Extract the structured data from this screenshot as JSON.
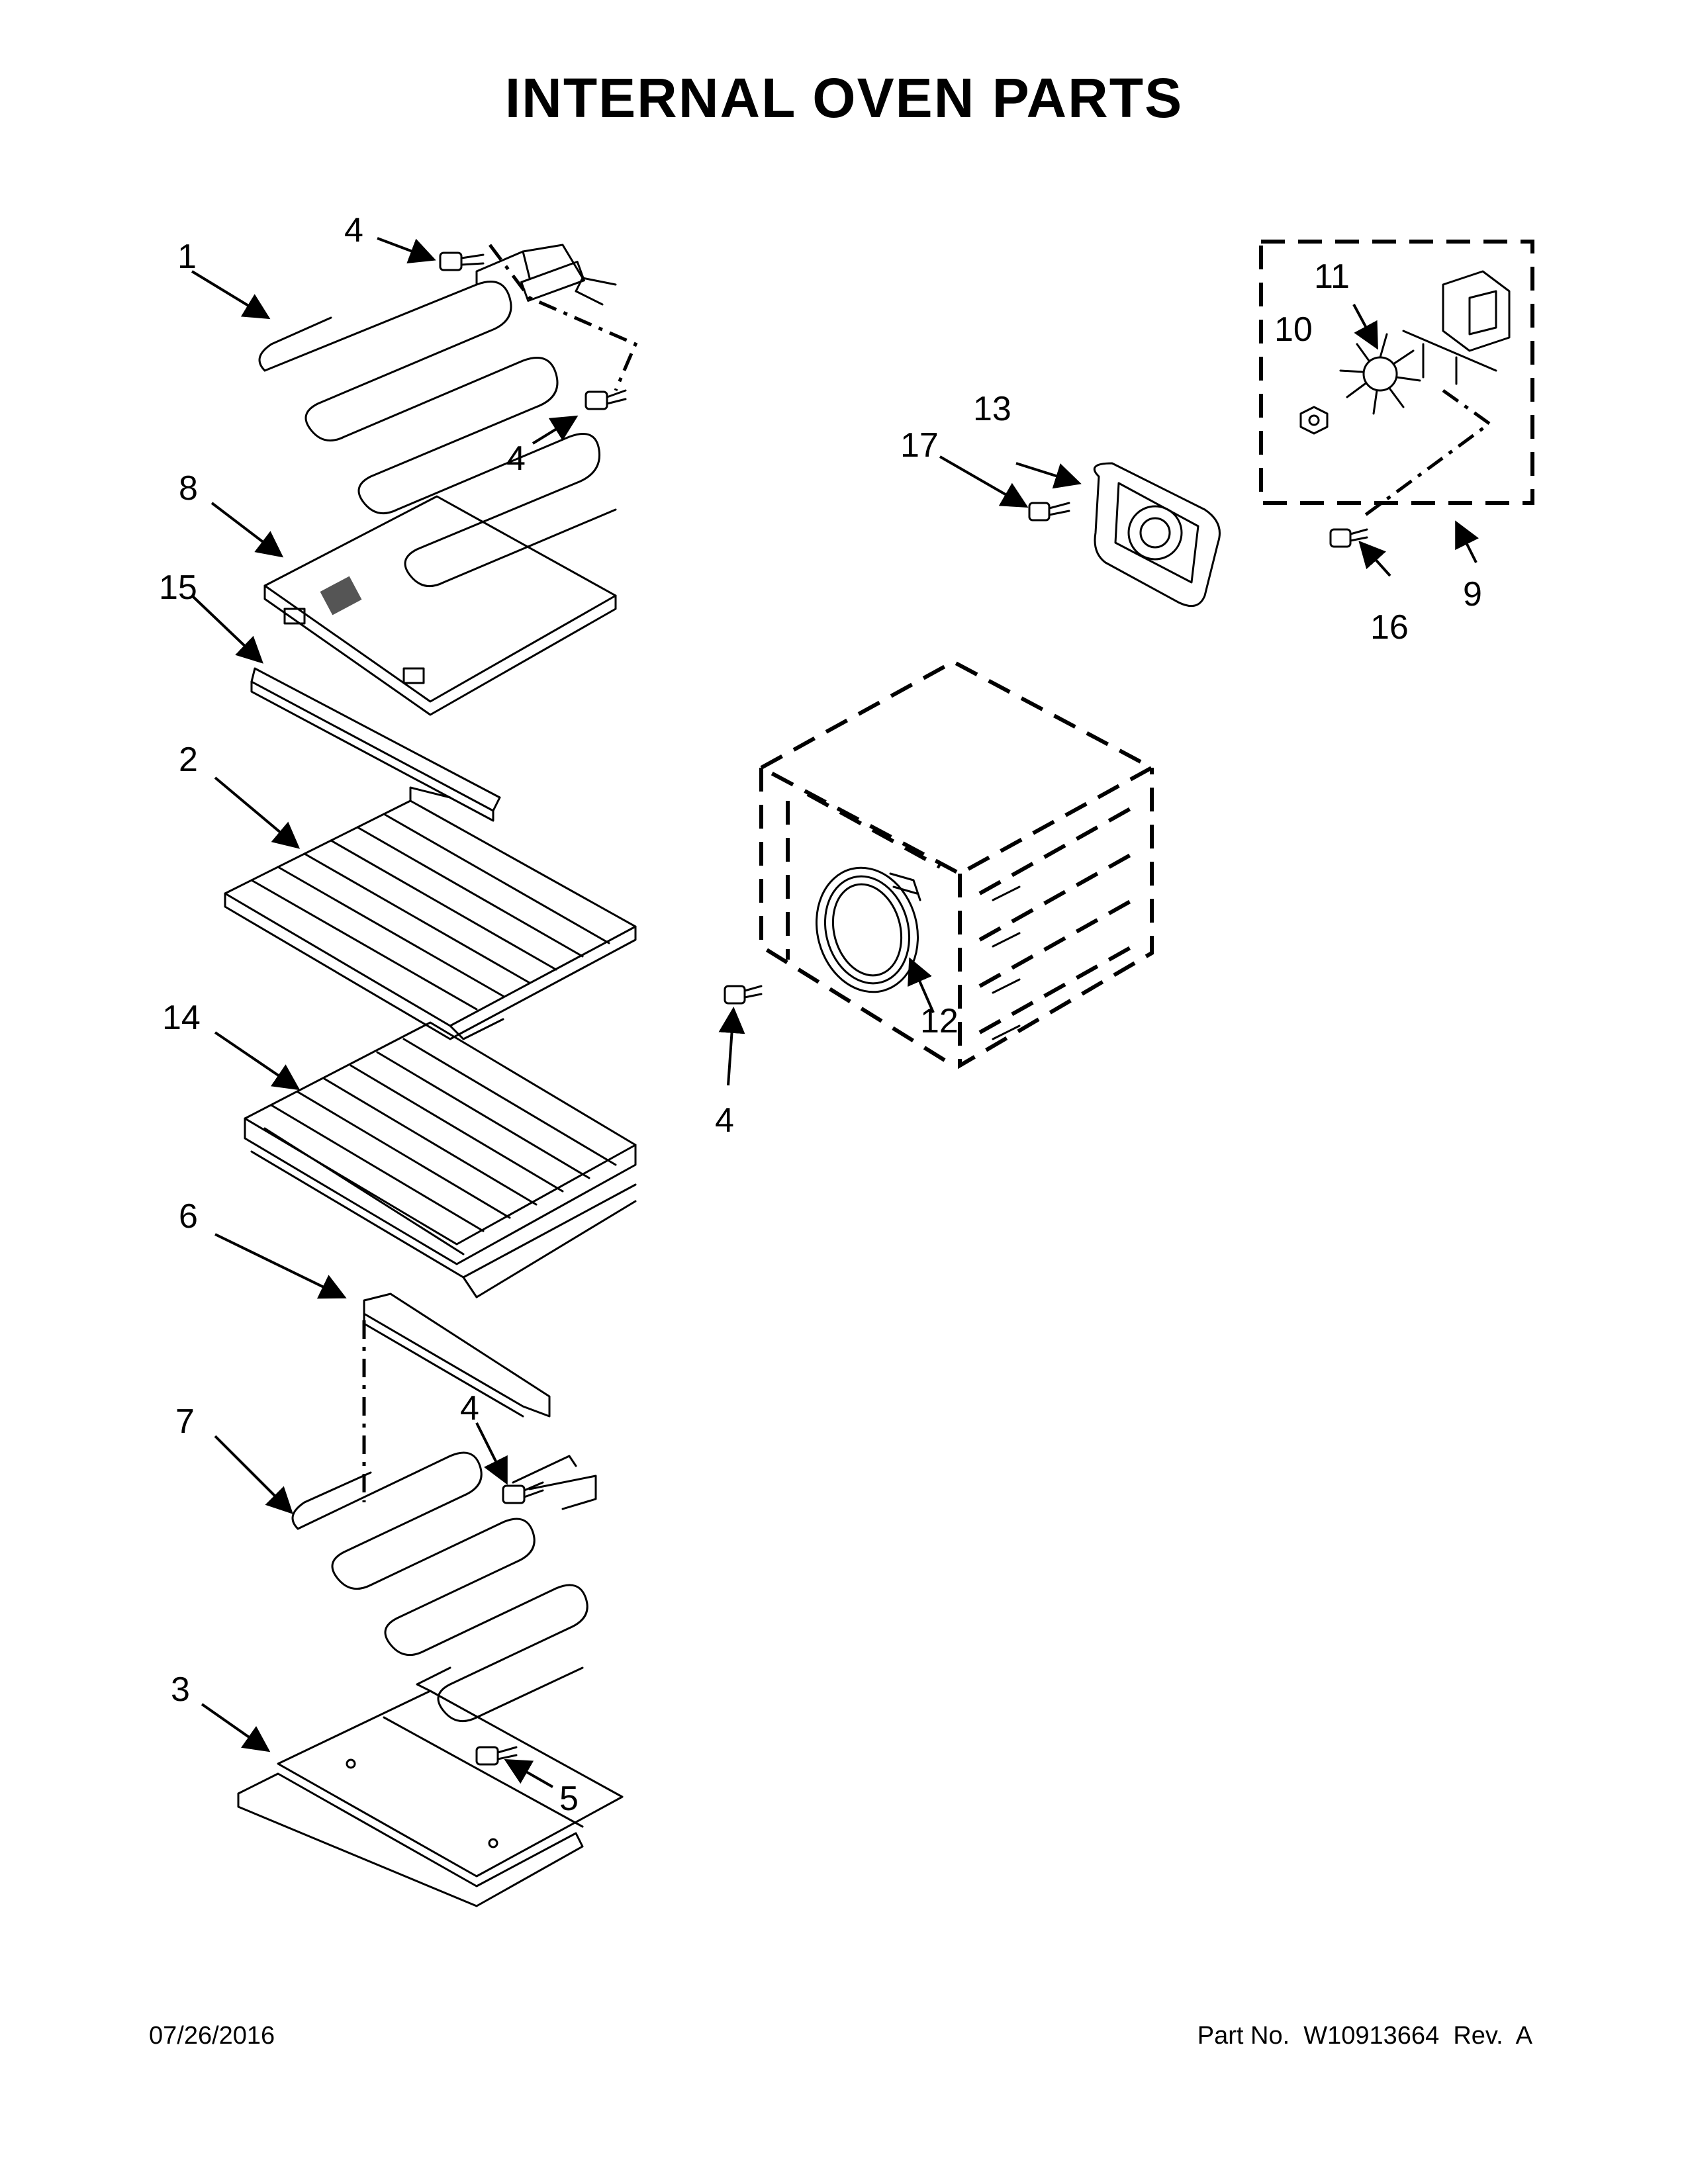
{
  "title": "INTERNAL OVEN PARTS",
  "footer": {
    "date": "07/26/2016",
    "part_number": "Part No.  W10913664  Rev.  A"
  },
  "callouts": {
    "c1": "1",
    "c2": "2",
    "c3": "3",
    "c4a": "4",
    "c4b": "4",
    "c4c": "4",
    "c4d": "4",
    "c5": "5",
    "c6": "6",
    "c7": "7",
    "c8": "8",
    "c9": "9",
    "c10": "10",
    "c11": "11",
    "c12": "12",
    "c13": "13",
    "c14": "14",
    "c15": "15",
    "c16": "16",
    "c17": "17"
  }
}
